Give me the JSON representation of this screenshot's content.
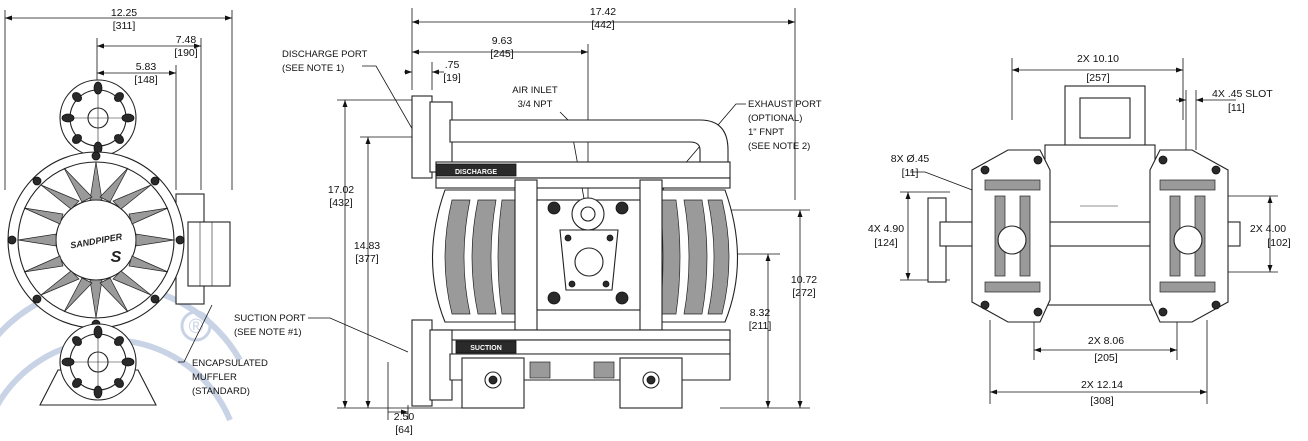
{
  "watermark": {
    "mark": "®"
  },
  "left_view": {
    "width_overall": [
      "12.25",
      "[311]"
    ],
    "width_mid": [
      "7.48",
      "[190]"
    ],
    "width_inner": [
      "5.83",
      "[148]"
    ],
    "logo_text": [
      "SANDPIPER",
      "S"
    ],
    "suction_port": [
      "SUCTION PORT",
      "(SEE NOTE #1)"
    ],
    "muffler": [
      "ENCAPSULATED",
      "MUFFLER",
      "(STANDARD)"
    ]
  },
  "center_view": {
    "overall_width": [
      "17.42",
      "[442]"
    ],
    "center_width": [
      "9.63",
      "[245]"
    ],
    "port_offset": [
      ".75",
      "[19]"
    ],
    "discharge_port": [
      "DISCHARGE PORT",
      "(SEE NOTE 1)"
    ],
    "air_inlet": [
      "AIR INLET",
      "3/4 NPT"
    ],
    "exhaust_port": [
      "EXHAUST PORT",
      "(OPTIONAL)",
      "1\" FNPT",
      "(SEE NOTE 2)"
    ],
    "overall_height": [
      "17.02",
      "[432]"
    ],
    "discharge_height": [
      "14.83",
      "[377]"
    ],
    "side_height": [
      "10.72",
      "[272]"
    ],
    "inlet_height": [
      "8.32",
      "[211]"
    ],
    "base_offset": [
      "2.50",
      "[64]"
    ],
    "manifold_labels": [
      "DISCHARGE",
      "SUCTION"
    ]
  },
  "right_view": {
    "top_width": [
      "2X 10.10",
      "[257]"
    ],
    "slot": [
      "4X .45  SLOT",
      "[11]"
    ],
    "hole": [
      "8X Ø.45",
      "[11]"
    ],
    "left_height": [
      "4X 4.90",
      "[124]"
    ],
    "right_height": [
      "2X  4.00",
      "[102]"
    ],
    "bolt_width": [
      "2X  8.06",
      "[205]"
    ],
    "base_width": [
      "2X 12.14",
      "[308]"
    ]
  }
}
